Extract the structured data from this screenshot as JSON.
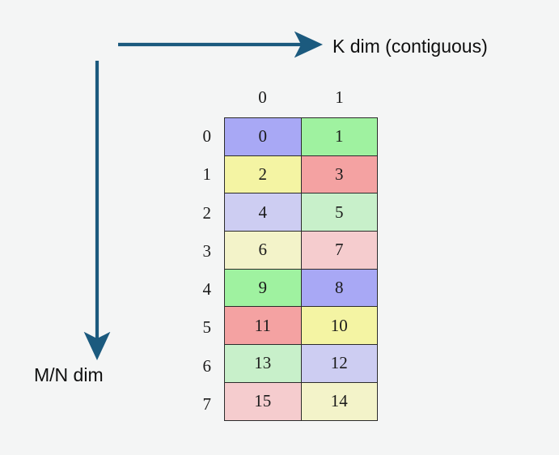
{
  "background_color": "#f4f5f5",
  "arrows": {
    "color": "#1b5a7e",
    "horizontal": {
      "name": "k-dim-arrow",
      "label": "K dim (contiguous)",
      "direction": "right"
    },
    "vertical": {
      "name": "mn-dim-arrow",
      "label": "M/N dim",
      "direction": "down"
    }
  },
  "matrix": {
    "column_headers": [
      "0",
      "1"
    ],
    "row_headers": [
      "0",
      "1",
      "2",
      "3",
      "4",
      "5",
      "6",
      "7"
    ],
    "border_color": "#2b2b2b",
    "palette": {
      "periwinkle": "#a8a8f5",
      "green": "#9ff2a0",
      "yellow": "#f4f4a3",
      "salmon": "#f4a2a2",
      "periwinkle_light": "#cdcdf2",
      "green_light": "#c8f0ca",
      "yellow_light": "#f3f3c9",
      "pink_light": "#f5ccce"
    },
    "rows": [
      [
        {
          "value": "0",
          "color": "#a8a8f5"
        },
        {
          "value": "1",
          "color": "#9ff2a0"
        }
      ],
      [
        {
          "value": "2",
          "color": "#f4f4a3"
        },
        {
          "value": "3",
          "color": "#f4a2a2"
        }
      ],
      [
        {
          "value": "4",
          "color": "#cdcdf2"
        },
        {
          "value": "5",
          "color": "#c8f0ca"
        }
      ],
      [
        {
          "value": "6",
          "color": "#f3f3c9"
        },
        {
          "value": "7",
          "color": "#f5ccce"
        }
      ],
      [
        {
          "value": "9",
          "color": "#9ff2a0"
        },
        {
          "value": "8",
          "color": "#a8a8f5"
        }
      ],
      [
        {
          "value": "11",
          "color": "#f4a2a2"
        },
        {
          "value": "10",
          "color": "#f4f4a3"
        }
      ],
      [
        {
          "value": "13",
          "color": "#c8f0ca"
        },
        {
          "value": "12",
          "color": "#cdcdf2"
        }
      ],
      [
        {
          "value": "15",
          "color": "#f5ccce"
        },
        {
          "value": "14",
          "color": "#f3f3c9"
        }
      ]
    ]
  }
}
